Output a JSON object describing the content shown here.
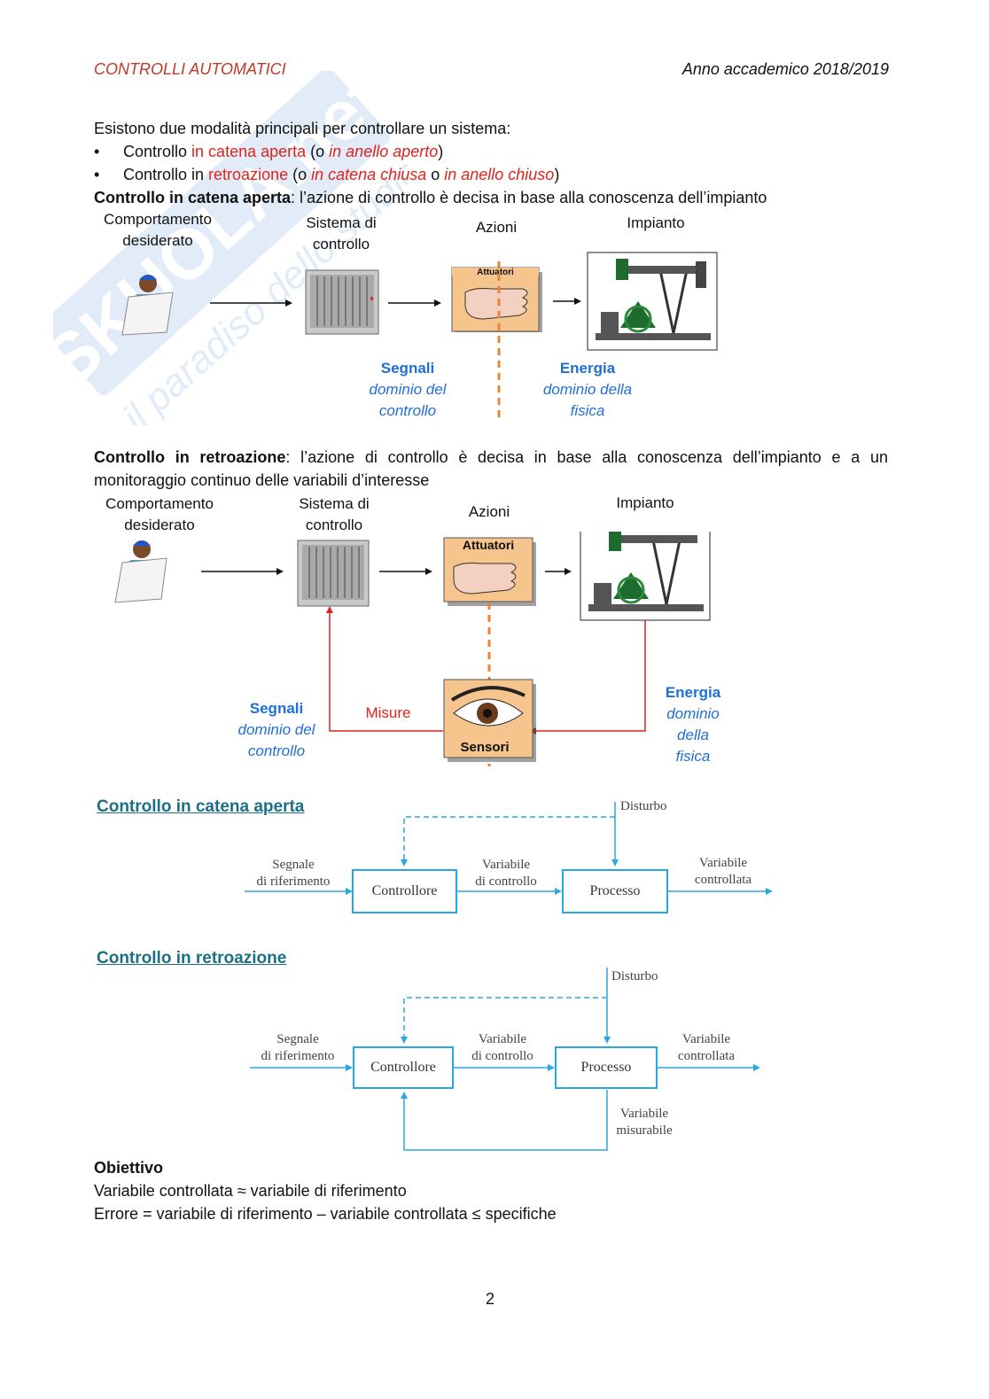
{
  "header": {
    "left": "CONTROLLI AUTOMATICI",
    "right": "Anno accademico 2018/2019"
  },
  "intro": {
    "line1": "Esistono due modalità principali per controllare un sistema:",
    "bullet1": {
      "a": "Controllo ",
      "b": "in catena aperta",
      "c": " (o ",
      "d": "in anello aperto",
      "e": ")"
    },
    "bullet2": {
      "a": "Controllo in ",
      "b": "retroazione",
      "c": " (o ",
      "d": "in catena chiusa",
      "e": " o ",
      "f": "in anello chiuso",
      "g": ")"
    },
    "open_def": {
      "bold": "Controllo in catena aperta",
      "rest": ": l’azione di controllo è decisa in base alla conoscenza dell’impianto"
    }
  },
  "fig1": {
    "comportamento": "Comportamento",
    "desiderato": "desiderato",
    "sistema": "Sistema di",
    "controllo": "controllo",
    "azioni": "Azioni",
    "impianto": "Impianto",
    "attuatori": "Attuatori",
    "segnali": "Segnali",
    "dominio_del": "dominio del",
    "controllo2": "controllo",
    "energia": "Energia",
    "dominio_della": "dominio della",
    "fisica": "fisica"
  },
  "closed_def": {
    "bold": "Controllo in retroazione",
    "rest": ": l’azione di controllo è decisa in base alla conoscenza dell’impianto e a un",
    "line2": "monitoraggio continuo delle variabili d’interesse"
  },
  "fig2": {
    "comportamento": "Comportamento",
    "desiderato": "desiderato",
    "sistema": "Sistema di",
    "controllo": "controllo",
    "azioni": "Azioni",
    "impianto": "Impianto",
    "attuatori": "Attuatori",
    "sensori": "Sensori",
    "misure": "Misure",
    "segnali": "Segnali",
    "dominio_del": "dominio del",
    "controllo2": "controllo",
    "energia": "Energia",
    "dominio": "dominio",
    "della": "della",
    "fisica": "fisica"
  },
  "block1": {
    "title": "Controllo in catena aperta",
    "disturbo": "Disturbo",
    "segnale": "Segnale",
    "di_rif": "di riferimento",
    "controllore": "Controllore",
    "var_a": "Variabile",
    "di_controllo": "di controllo",
    "processo": "Processo",
    "var_b": "Variabile",
    "controllata": "controllata"
  },
  "block2": {
    "title": "Controllo in retroazione",
    "disturbo": "Disturbo",
    "segnale": "Segnale",
    "di_rif": "di riferimento",
    "controllore": "Controllore",
    "var_a": "Variabile",
    "di_controllo": "di controllo",
    "processo": "Processo",
    "var_b": "Variabile",
    "controllata": "controllata",
    "var_c": "Variabile",
    "misurabile": "misurabile"
  },
  "objective": {
    "title": "Obiettivo",
    "line1": "Variabile controllata ≈ variabile di riferimento",
    "line2": "Errore = variabile di riferimento – variabile controllata ≤ specifiche"
  },
  "page_number": "2",
  "watermark_text": "SKUOLA.net",
  "watermark_sub": "il paradiso dello studio",
  "colors": {
    "header_red": "#c0392b",
    "red": "#e0231c",
    "blue": "#1f6fd8",
    "teal": "#1c6f86",
    "cyan": "#29a8e0"
  }
}
